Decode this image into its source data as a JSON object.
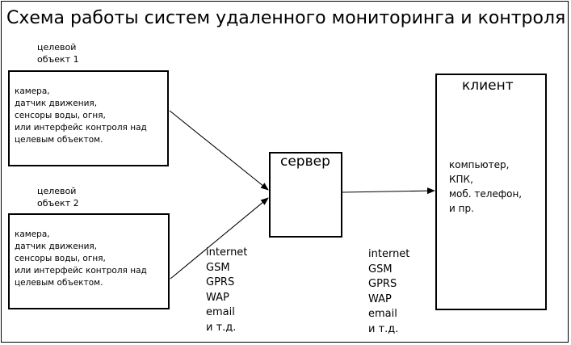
{
  "title": "Схема работы систем удаленного мониторинга и контроля",
  "target1": {
    "caption": "целевой\nобъект 1",
    "content": "камера,\nдатчик движения,\nсенсоры воды, огня,\nили интерфейс контроля над\nцелевым объектом."
  },
  "target2": {
    "caption": "целевой\nобъект 2",
    "content": "камера,\nдатчик движения,\nсенсоры воды, огня,\nили интерфейс контроля над\nцелевым объектом."
  },
  "server": {
    "title": "сервер"
  },
  "client": {
    "title": "клиент",
    "content": "компьютер,\nКПК,\nмоб. телефон,\nи пр."
  },
  "channels_left": "internet\nGSM\nGPRS\nWAP\nemail\nи т.д.",
  "channels_right": "internet\nGSM\nGPRS\nWAP\nemail\nи т.д."
}
